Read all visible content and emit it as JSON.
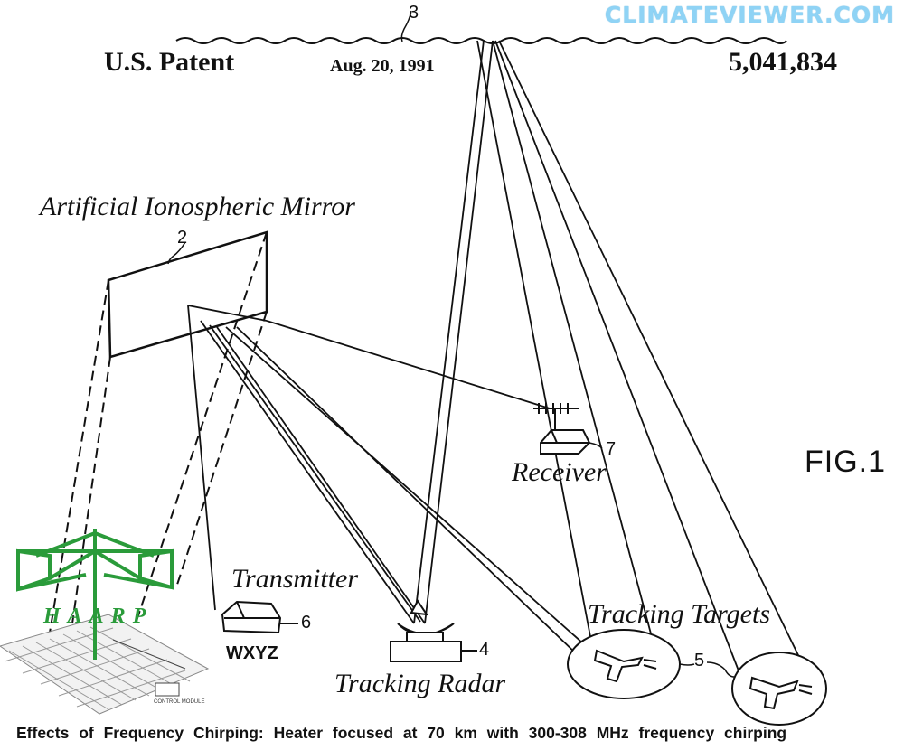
{
  "watermark": "CLIMATEVIEWER.COM",
  "header": {
    "left": "U.S. Patent",
    "date": "Aug. 20, 1991",
    "number": "5,041,834"
  },
  "figure_label": "FIG.1",
  "callouts": {
    "ionosphere": "3",
    "mirror": "2",
    "radar": "4",
    "targets": "5",
    "transmitter": "6",
    "receiver": "7"
  },
  "labels": {
    "mirror": "Artificial Ionospheric Mirror",
    "receiver": "Receiver",
    "transmitter": "Transmitter",
    "transmitter_callsign": "WXYZ",
    "radar": "Tracking Radar",
    "targets": "Tracking Targets"
  },
  "haarp": {
    "logo_text": "HAARP",
    "logo_color": "#2a9b3a",
    "array_small_labels": [
      "CONTROL MODULE"
    ]
  },
  "caption": "Effects of Frequency Chirping: Heater focused at 70 km with 300-308 MHz frequency chirping"
}
